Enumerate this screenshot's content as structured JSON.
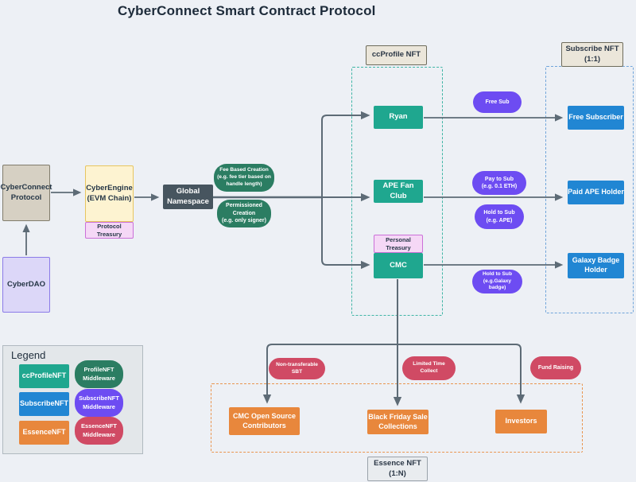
{
  "title": "CyberConnect Smart Contract Protocol",
  "colors": {
    "background": "#edf0f5",
    "teal": "#1fa78f",
    "blue": "#2186d3",
    "orange": "#e8873c",
    "green_middleware": "#2b7d62",
    "purple_middleware": "#6d4cf2",
    "red_middleware": "#d04a64",
    "slate": "#47555f",
    "connector": "#5d6b76"
  },
  "chain": {
    "cyberconnect_protocol": "CyberConnect\nProtocol",
    "cyberdao": "CyberDAO",
    "cyberengine": "CyberEngine\n(EVM Chain)",
    "protocol_treasury": "Protocol Treasury",
    "global_namespace": "Global\nNamespace"
  },
  "creation_middleware": {
    "fee_based": "Fee Based Creation\n(e.g. fee tier based on\nhandle length)",
    "permissioned": "Permissioned\nCreation\n(e.g. only signer)"
  },
  "sections": {
    "ccprofile_nft": "ccProfile NFT",
    "subscribe_nft": "Subscribe NFT\n(1:1)",
    "essence_nft": "Essence NFT\n(1:N)"
  },
  "profiles": {
    "ryan": "Ryan",
    "ape_fan_club": "APE Fan Club",
    "personal_treasury": "Personal Treasury",
    "cmc": "CMC"
  },
  "subscribe_middleware": {
    "free_sub": "Free Sub",
    "pay_to_sub": "Pay to Sub\n(e.g. 0.1 ETH)",
    "hold_to_sub_ape": "Hold to Sub\n(e.g. APE)",
    "hold_to_sub_galaxy": "Hold to Sub\n(e.g.Galaxy badge)"
  },
  "subscribers": {
    "free_subscriber": "Free Subscriber",
    "paid_ape_holder": "Paid APE Holder",
    "galaxy_badge_holder": "Galaxy Badge\nHolder"
  },
  "essence_middleware": {
    "non_transferable_sbt": "Non-transferable SBT",
    "limited_time_collect": "Limited Time Collect",
    "fund_raising": "Fund Raising"
  },
  "essences": {
    "cmc_open_source": "CMC Open Source\nContributors",
    "black_friday": "Black Friday Sale\nCollections",
    "investors": "Investors"
  },
  "legend": {
    "title": "Legend",
    "items": [
      {
        "label": "ccProfileNFT"
      },
      {
        "label": "ProfileNFT\nMiddleware"
      },
      {
        "label": "SubscribeNFT"
      },
      {
        "label": "SubscribeNFT\nMiddleware"
      },
      {
        "label": "EssenceNFT"
      },
      {
        "label": "EssenceNFT\nMiddleware"
      }
    ]
  }
}
